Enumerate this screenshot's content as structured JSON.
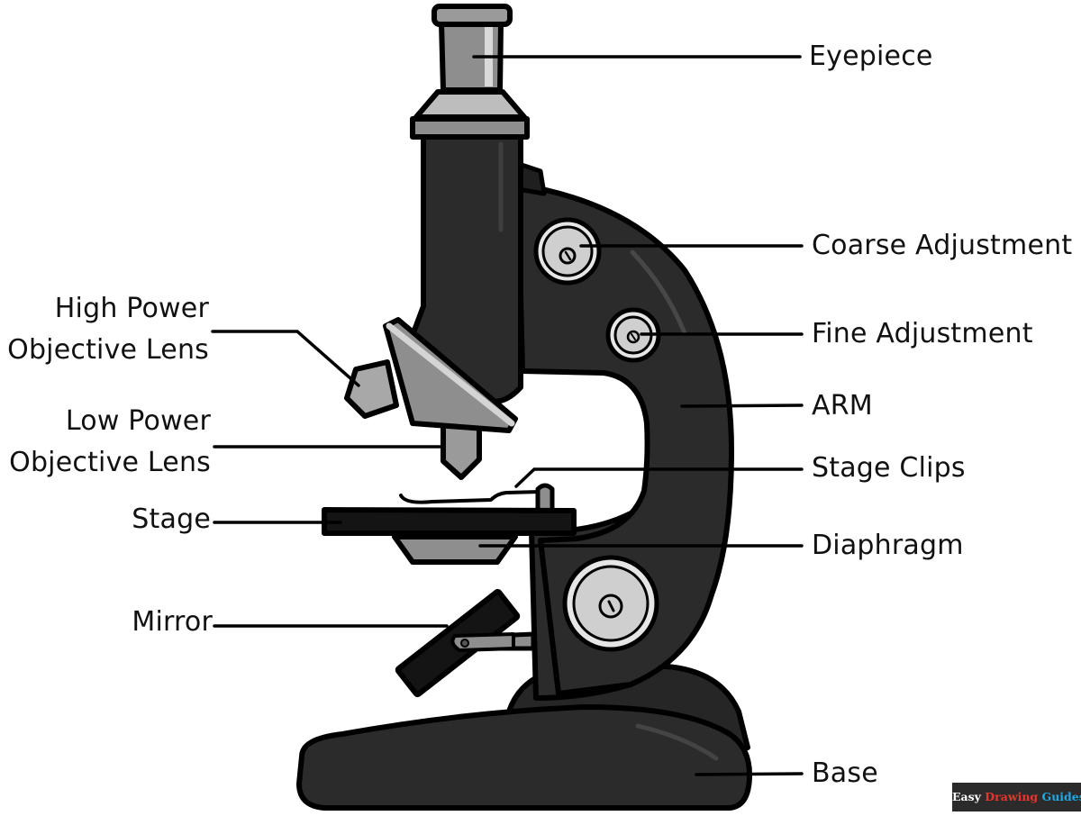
{
  "title": "Parts of a Microscope",
  "labels": {
    "eyepiece": "Eyepiece",
    "coarse_adjustment": "Coarse Adjustment",
    "fine_adjustment": "Fine Adjustment",
    "arm": "ARM",
    "stage_clips": "Stage Clips",
    "diaphragm": "Diaphragm",
    "base": "Base",
    "high_power_line1": "High Power",
    "high_power_line2": "Objective Lens",
    "low_power_line1": "Low Power",
    "low_power_line2": "Objective Lens",
    "stage": "Stage",
    "mirror": "Mirror"
  },
  "brand": {
    "word1": "Easy",
    "word2": "Drawing",
    "word3": "Guides"
  },
  "colors": {
    "body_dark": "#2b2b2b",
    "outline": "#000000",
    "metal_mid": "#8e8e8e",
    "metal_light": "#cfcfcf",
    "knob_ring": "#e6e6e6",
    "brand_red": "#e8352f",
    "brand_blue": "#1fa8e6"
  }
}
